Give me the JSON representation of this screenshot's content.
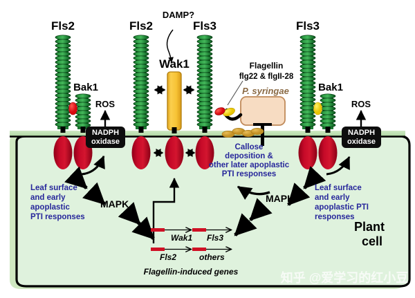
{
  "figure": {
    "title": "Plant PTI signaling diagram",
    "watermark": "知乎 @爱学习的红小豆"
  },
  "colors": {
    "lrr_green_dark": "#15702a",
    "lrr_green_light": "#2e9e45",
    "kinase_red": "#bf0a26",
    "wak1_yellow": "#f5c23a",
    "membrane_green": "#b8dcae",
    "cytosol_green": "#dff2dd",
    "bacterium_fill": "#f7d9be",
    "bacterium_stroke": "#c08a5a",
    "callose_gold": "#d9a431",
    "text_blue": "#27279b",
    "black": "#000000",
    "ligand_red": "#e8141b",
    "ligand_yellow": "#f2d31a"
  },
  "labels": {
    "fls2_left": "Fls2",
    "bak1_left": "Bak1",
    "ros_left": "ROS",
    "nadph_left_line1": "NADPH",
    "nadph_left_line2": "oxidase",
    "fls2_mid": "Fls2",
    "damp": "DAMP?",
    "wak1": "Wak1",
    "fls3_mid": "Fls3",
    "flagellin": "Flagellin",
    "flagellin_peptides": "flg22 & flgII-28",
    "p_syringae": "P. syringae",
    "fls3_right": "Fls3",
    "bak1_right": "Bak1",
    "ros_right": "ROS",
    "nadph_right_line1": "NADPH",
    "nadph_right_line2": "oxidase",
    "mapk_left": "MAPK",
    "mapk_right": "MAPK",
    "plant_cell_line1": "Plant",
    "plant_cell_line2": "cell"
  },
  "responses": {
    "left": [
      "Leaf surface",
      "and early",
      "apoplastic",
      "PTI responses"
    ],
    "callose": [
      "Callose",
      "deposition &",
      "other later apoplastic",
      "PTI responses"
    ],
    "right": [
      "Leaf surface",
      "and early",
      "apoplastic PTI",
      "responses"
    ]
  },
  "genes": {
    "caption": "Flagellin-induced genes",
    "items": [
      {
        "name": "Wak1",
        "row": 0,
        "col": 0
      },
      {
        "name": "Fls3",
        "row": 0,
        "col": 1
      },
      {
        "name": "Fls2",
        "row": 1,
        "col": 0
      },
      {
        "name": "others",
        "row": 1,
        "col": 1
      }
    ]
  },
  "receptors": [
    {
      "id": "fls2-left",
      "label": "Fls2",
      "type": "lrr-tall",
      "ligand": "red"
    },
    {
      "id": "bak1-left",
      "label": "Bak1",
      "type": "lrr-short",
      "ligand": "red"
    },
    {
      "id": "fls2-mid",
      "label": "Fls2",
      "type": "lrr-tall",
      "ligand": "none"
    },
    {
      "id": "wak1-mid",
      "label": "Wak1",
      "type": "bar",
      "ligand": "none"
    },
    {
      "id": "fls3-mid",
      "label": "Fls3",
      "type": "lrr-tall",
      "ligand": "none"
    },
    {
      "id": "fls3-right",
      "label": "Fls3",
      "type": "lrr-tall",
      "ligand": "yellow"
    },
    {
      "id": "bak1-right",
      "label": "Bak1",
      "type": "lrr-short",
      "ligand": "yellow"
    }
  ]
}
